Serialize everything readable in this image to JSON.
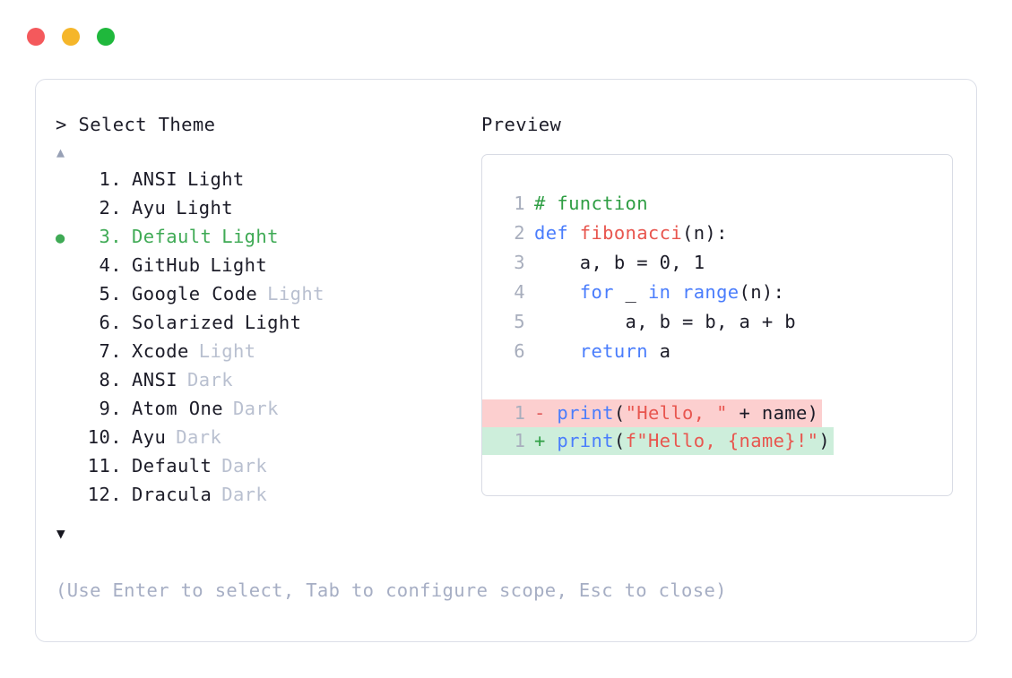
{
  "window": {
    "traffic_lights": [
      {
        "name": "close-button",
        "color": "#f4595c"
      },
      {
        "name": "minimize-button",
        "color": "#f5b62a"
      },
      {
        "name": "maximize-button",
        "color": "#1fb83c"
      }
    ]
  },
  "left_pane": {
    "prompt": "> Select Theme",
    "scroll_up": "▲",
    "scroll_down": "▼",
    "selected_index": 3,
    "selected_bullet": "●",
    "items": [
      {
        "num": "1.",
        "name": "ANSI",
        "variant": "Light",
        "variant_muted": false,
        "selected": false
      },
      {
        "num": "2.",
        "name": "Ayu",
        "variant": "Light",
        "variant_muted": false,
        "selected": false
      },
      {
        "num": "3.",
        "name": "Default",
        "variant": "Light",
        "variant_muted": false,
        "selected": true
      },
      {
        "num": "4.",
        "name": "GitHub",
        "variant": "Light",
        "variant_muted": false,
        "selected": false
      },
      {
        "num": "5.",
        "name": "Google Code",
        "variant": "Light",
        "variant_muted": true,
        "selected": false
      },
      {
        "num": "6.",
        "name": "Solarized",
        "variant": "Light",
        "variant_muted": false,
        "selected": false
      },
      {
        "num": "7.",
        "name": "Xcode",
        "variant": "Light",
        "variant_muted": true,
        "selected": false
      },
      {
        "num": "8.",
        "name": "ANSI",
        "variant": "Dark",
        "variant_muted": true,
        "selected": false
      },
      {
        "num": "9.",
        "name": "Atom One",
        "variant": "Dark",
        "variant_muted": true,
        "selected": false
      },
      {
        "num": "10.",
        "name": "Ayu",
        "variant": "Dark",
        "variant_muted": true,
        "selected": false
      },
      {
        "num": "11.",
        "name": "Default",
        "variant": "Dark",
        "variant_muted": true,
        "selected": false
      },
      {
        "num": "12.",
        "name": "Dracula",
        "variant": "Dark",
        "variant_muted": true,
        "selected": false
      }
    ]
  },
  "right_pane": {
    "label": "Preview",
    "code_lines": [
      {
        "ln": "1",
        "tokens": [
          {
            "t": "# function",
            "c": "comment"
          }
        ]
      },
      {
        "ln": "2",
        "tokens": [
          {
            "t": "def ",
            "c": "kw"
          },
          {
            "t": "fibonacci",
            "c": "fn"
          },
          {
            "t": "(n):",
            "c": "plain"
          }
        ]
      },
      {
        "ln": "3",
        "tokens": [
          {
            "t": "    a, b = 0, 1",
            "c": "plain"
          }
        ]
      },
      {
        "ln": "4",
        "tokens": [
          {
            "t": "    ",
            "c": "plain"
          },
          {
            "t": "for",
            "c": "kw"
          },
          {
            "t": " _ ",
            "c": "plain"
          },
          {
            "t": "in",
            "c": "kw"
          },
          {
            "t": " ",
            "c": "plain"
          },
          {
            "t": "range",
            "c": "kw"
          },
          {
            "t": "(n):",
            "c": "plain"
          }
        ]
      },
      {
        "ln": "5",
        "tokens": [
          {
            "t": "        a, b = b, a + b",
            "c": "plain"
          }
        ]
      },
      {
        "ln": "6",
        "tokens": [
          {
            "t": "    ",
            "c": "plain"
          },
          {
            "t": "return",
            "c": "kw"
          },
          {
            "t": " a",
            "c": "plain"
          }
        ]
      }
    ],
    "diff_lines": [
      {
        "ln": "1",
        "kind": "minus",
        "marker": "-",
        "tokens": [
          {
            "t": " ",
            "c": "plain"
          },
          {
            "t": "print",
            "c": "kw"
          },
          {
            "t": "(",
            "c": "plain"
          },
          {
            "t": "\"Hello, \"",
            "c": "str"
          },
          {
            "t": " + name)",
            "c": "plain"
          }
        ]
      },
      {
        "ln": "1",
        "kind": "plus",
        "marker": "+",
        "tokens": [
          {
            "t": " ",
            "c": "plain"
          },
          {
            "t": "print",
            "c": "kw"
          },
          {
            "t": "(",
            "c": "plain"
          },
          {
            "t": "f\"Hello, {name}!\"",
            "c": "str"
          },
          {
            "t": ")",
            "c": "plain"
          }
        ]
      }
    ]
  },
  "footer": {
    "hint": "(Use Enter to select, Tab to configure scope, Esc to close)"
  }
}
